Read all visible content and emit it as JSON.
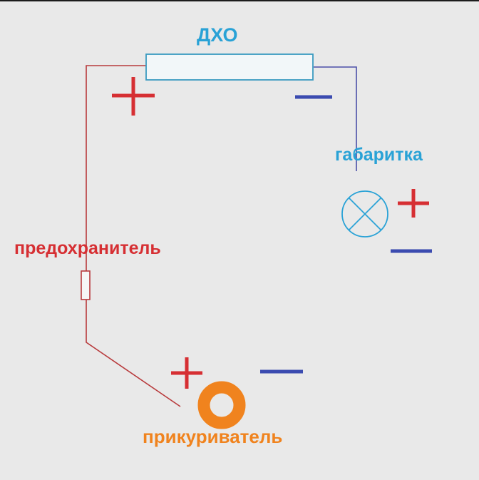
{
  "labels": {
    "dho": "ДХО",
    "gabaritka": "габаритка",
    "predohranitel": "предохранитель",
    "prikurivatel": "прикуриватель"
  },
  "colors": {
    "background": "#e9e9e9",
    "positive": "#d62f33",
    "negative": "#3b4bb0",
    "component_blue": "#29a2d6",
    "lighter": "#f0831e",
    "wire_red": "#b83a3c",
    "wire_blue": "#4a4fa8",
    "component_outline": "#3a9ac0"
  },
  "icons": {
    "lamp": "lamp-cross-circle-icon",
    "fuse": "fuse-rectangle-icon",
    "lighter": "ring-icon",
    "resistor": "drl-rectangle-icon"
  }
}
